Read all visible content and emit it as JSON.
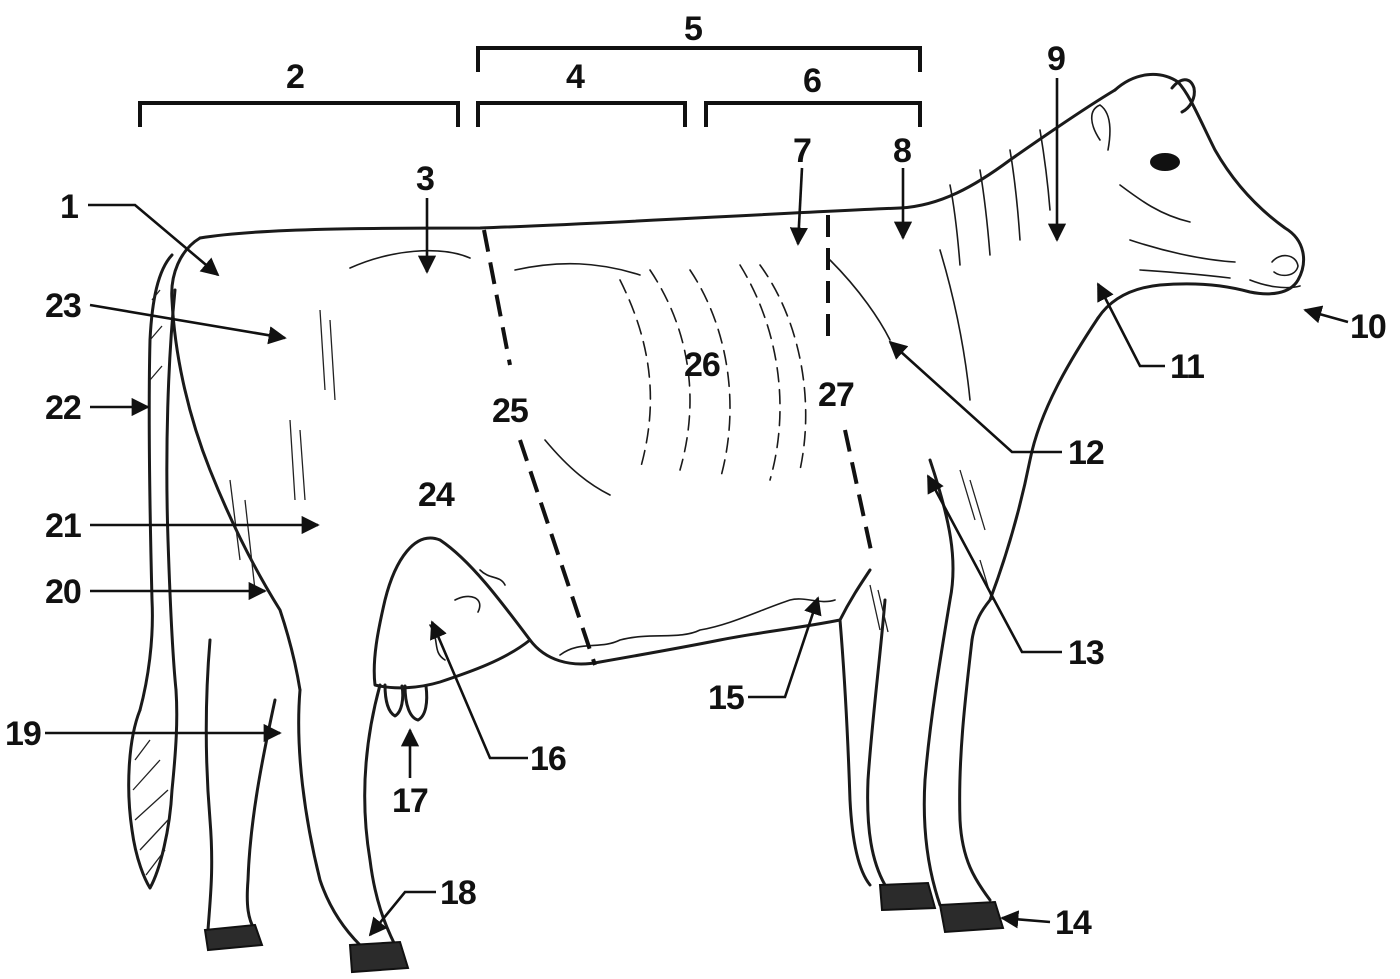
{
  "labels": {
    "l1": "1",
    "l2": "2",
    "l3": "3",
    "l4": "4",
    "l5": "5",
    "l6": "6",
    "l7": "7",
    "l8": "8",
    "l9": "9",
    "l10": "10",
    "l11": "11",
    "l12": "12",
    "l13": "13",
    "l14": "14",
    "l15": "15",
    "l16": "16",
    "l17": "17",
    "l18": "18",
    "l19": "19",
    "l20": "20",
    "l21": "21",
    "l22": "22",
    "l23": "23",
    "l24": "24",
    "l25": "25",
    "l26": "26",
    "l27": "27"
  },
  "colors": {
    "ink": "#111111",
    "paper": "#ffffff"
  }
}
